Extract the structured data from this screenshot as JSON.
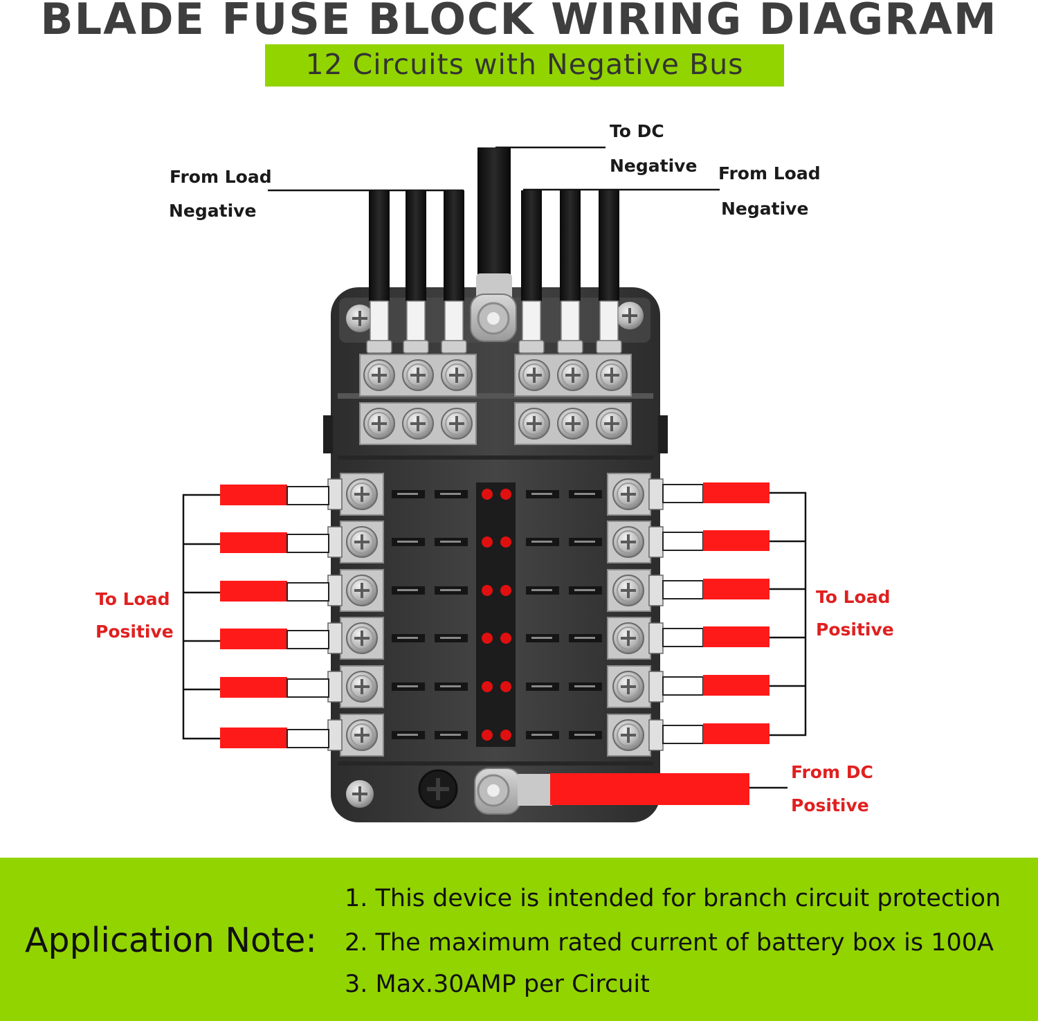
{
  "title": "BLADE FUSE BLOCK WIRING DIAGRAM",
  "subtitle": "12 Circuits with Negative Bus",
  "labels": {
    "to_dc_negative": [
      "To DC",
      "Negative"
    ],
    "from_load_negative_left": [
      "From Load",
      "Negative"
    ],
    "from_load_negative_right": [
      "From Load",
      "Negative"
    ],
    "to_load_positive_left": [
      "To Load",
      "Positive"
    ],
    "to_load_positive_right": [
      "To Load",
      "Positive"
    ],
    "from_dc_positive": [
      "From DC",
      "Positive"
    ]
  },
  "application_note": {
    "title": "Application Note:",
    "items": [
      "1. This device is intended for branch circuit protection",
      "2. The maximum rated current of battery box is 100A",
      "3. Max.30AMP  per Circuit"
    ]
  },
  "colors": {
    "accent_green": "#92d400",
    "wire_red": "#ff1a1a",
    "label_red": "#e02020",
    "block_body": "#3a3a3a",
    "led_red": "#e01010"
  },
  "icons": [
    "plus-screw-icon",
    "hex-nut-icon",
    "fuse-slot-icon",
    "led-indicator-icon"
  ]
}
